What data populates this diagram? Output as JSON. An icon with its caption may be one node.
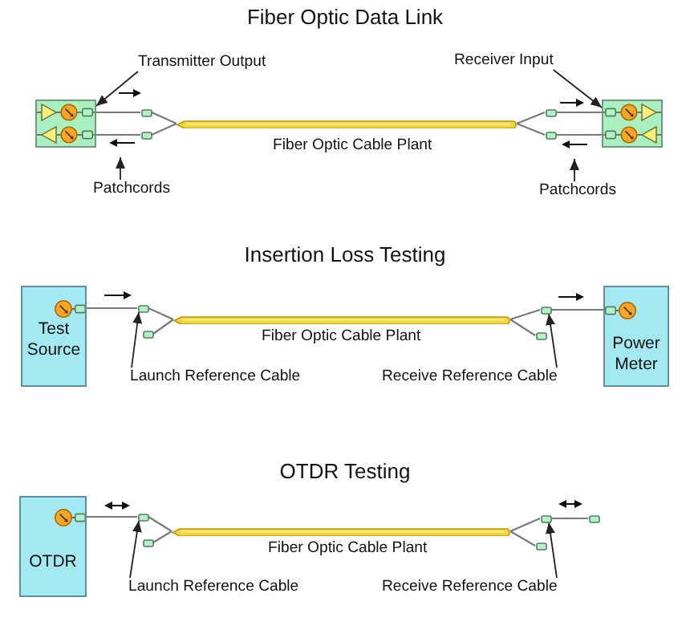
{
  "diagram": {
    "nodes": [
      {
        "text": [
          "Transmitter Output"
        ]
      },
      {
        "text": [
          "Receiver Input"
        ]
      },
      {
        "text": [],
        "shape": "box"
      },
      {
        "text": [],
        "shape": "box"
      },
      {
        "text": [],
        "shape": "box"
      },
      {
        "text": [],
        "shape": "bar",
        "beside": [
          "Fiber Optic Cable Plant"
        ]
      },
      {
        "text": [],
        "shape": "box"
      },
      {
        "text": [],
        "shape": "box"
      },
      {
        "text": [],
        "shape": "box"
      },
      {
        "text": [
          "Patchcords"
        ]
      },
      {
        "text": [
          "Patchcords"
        ]
      },
      {
        "text": [
          "Test Source"
        ]
      },
      {
        "text": [],
        "shape": "box"
      },
      {
        "text": [],
        "shape": "box"
      },
      {
        "text": [],
        "shape": "bar",
        "beside": [
          "Fiber Optic Cable Plant"
        ]
      },
      {
        "text": [],
        "shape": "box"
      },
      {
        "text": [],
        "shape": "box"
      },
      {
        "text": [
          "Power Meter"
        ]
      },
      {
        "text": [
          "Launch Reference Cable"
        ]
      },
      {
        "text": [
          "Receive Reference Cable"
        ]
      },
      {
        "text": [
          "OTDR"
        ]
      },
      {
        "text": [],
        "shape": "box"
      },
      {
        "text": [],
        "shape": "box"
      },
      {
        "text": [],
        "shape": "bar",
        "beside": [
          "Fiber Optic Cable Plant"
        ]
      },
      {
        "text": [],
        "shape": "box"
      },
      {
        "text": [],
        "shape": "box"
      },
      {
        "text": [],
        "shape": "box"
      },
      {
        "text": [
          "Launch Reference Cable"
        ]
      },
      {
        "text": [
          "Receive Reference Cable"
        ]
      }
    ],
    "edges": [
      {
        "from": 0,
        "to": 2,
        "arrow": "to",
        "color": "#222222"
      },
      {
        "from": 1,
        "to": 8,
        "arrow": "to",
        "color": "#222222"
      },
      {
        "from": 2,
        "to": 3,
        "arrow": "none"
      },
      {
        "from": 2,
        "to": 4,
        "arrow": "none"
      },
      {
        "from": 3,
        "to": 5,
        "arrow": "none"
      },
      {
        "from": 4,
        "to": 5,
        "arrow": "none"
      },
      {
        "from": 5,
        "to": 6,
        "arrow": "none"
      },
      {
        "from": 5,
        "to": 7,
        "arrow": "none"
      },
      {
        "from": 6,
        "to": 8,
        "arrow": "none"
      },
      {
        "from": 7,
        "to": 8,
        "arrow": "none"
      },
      {
        "from": 9,
        "to": null,
        "arrow": "to",
        "color": "#222222"
      },
      {
        "from": 10,
        "to": null,
        "arrow": "to",
        "color": "#222222"
      },
      {
        "from": 11,
        "to": 12,
        "arrow": "none"
      },
      {
        "from": 12,
        "to": 14,
        "arrow": "none"
      },
      {
        "from": 13,
        "to": 14,
        "arrow": "none"
      },
      {
        "from": 14,
        "to": 15,
        "arrow": "none"
      },
      {
        "from": 14,
        "to": 16,
        "arrow": "none"
      },
      {
        "from": 15,
        "to": 17,
        "arrow": "none"
      },
      {
        "from": 18,
        "to": 12,
        "arrow": "to",
        "color": "#222222"
      },
      {
        "from": 19,
        "to": 15,
        "arrow": "to",
        "color": "#222222"
      },
      {
        "from": 20,
        "to": 21,
        "arrow": "none"
      },
      {
        "from": 21,
        "to": 23,
        "arrow": "none"
      },
      {
        "from": 22,
        "to": 23,
        "arrow": "none"
      },
      {
        "from": 23,
        "to": 24,
        "arrow": "none"
      },
      {
        "from": 23,
        "to": 25,
        "arrow": "none"
      },
      {
        "from": 24,
        "to": 26,
        "arrow": "none"
      },
      {
        "from": 27,
        "to": 21,
        "arrow": "to",
        "color": "#222222"
      },
      {
        "from": 28,
        "to": 24,
        "arrow": "to",
        "color": "#222222"
      }
    ],
    "labels": [
      "Fiber Optic Data Link",
      "Insertion Loss Testing",
      "OTDR Testing"
    ]
  }
}
